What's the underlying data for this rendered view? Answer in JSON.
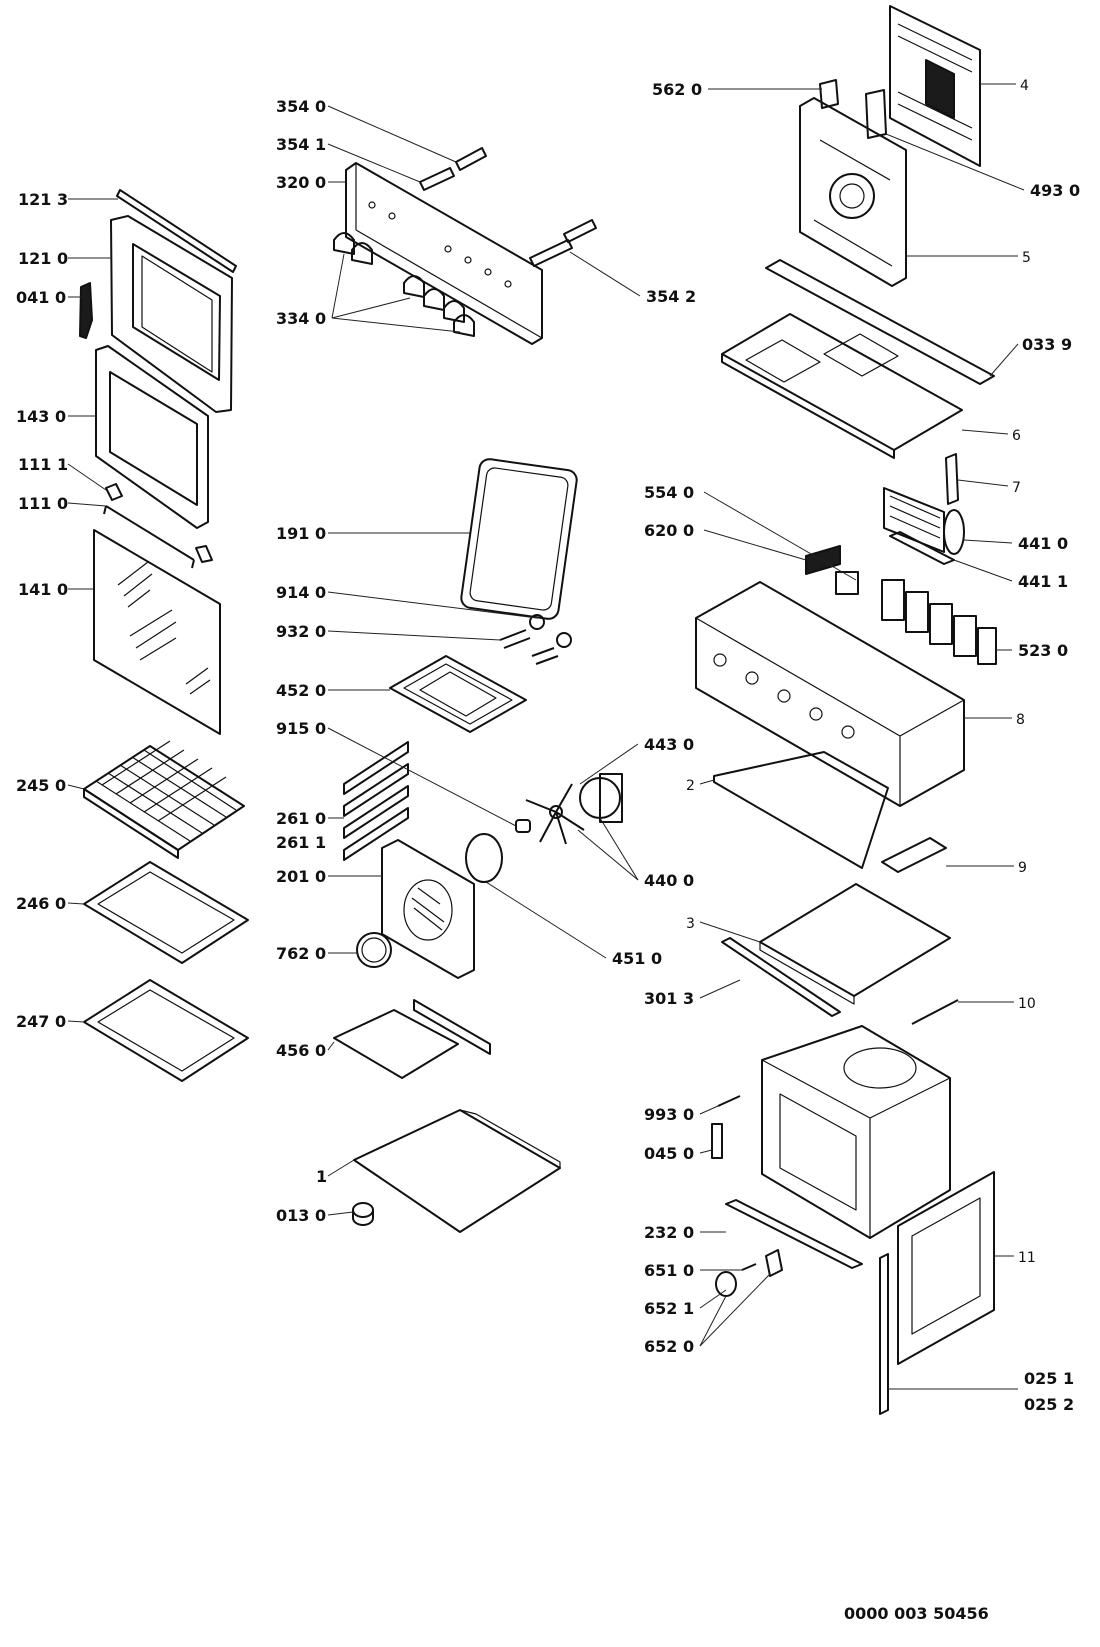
{
  "labels": {
    "p1213": "121 3",
    "p1210": "121 0",
    "p0410": "041 0",
    "p1430": "143 0",
    "p1111": "111 1",
    "p1110": "111 0",
    "p1410": "141 0",
    "p2450": "245 0",
    "p2460": "246 0",
    "p2470": "247 0",
    "p3540": "354 0",
    "p3541": "354 1",
    "p3200": "320 0",
    "p3340": "334 0",
    "p3542": "354 2",
    "p1910": "191 0",
    "p9140": "914 0",
    "p9320": "932 0",
    "p4520": "452 0",
    "p9150": "915 0",
    "p4430": "443 0",
    "p2610": "261 0",
    "p2611": "261 1",
    "p2010": "201 0",
    "p4400": "440 0",
    "p4510": "451 0",
    "p7620": "762 0",
    "p4560": "456 0",
    "p1": "1",
    "p0130": "013 0",
    "p5620": "562 0",
    "p4": "4",
    "p4930": "493 0",
    "p5": "5",
    "p0339": "033 9",
    "p6": "6",
    "p7": "7",
    "p5540": "554 0",
    "p6200": "620 0",
    "p4410": "441 0",
    "p4411": "441 1",
    "p5230": "523 0",
    "p8": "8",
    "p2": "2",
    "p9": "9",
    "p3": "3",
    "p3013": "301 3",
    "p10": "10",
    "p9930": "993 0",
    "p0450": "045 0",
    "p2320": "232 0",
    "p6510": "651 0",
    "p6521": "652 1",
    "p6520": "652 0",
    "p11": "11",
    "p0251": "025 1",
    "p0252": "025 2"
  },
  "diagram_id": "0000 003 50456",
  "colors": {
    "ink": "#111111",
    "background": "#ffffff"
  }
}
